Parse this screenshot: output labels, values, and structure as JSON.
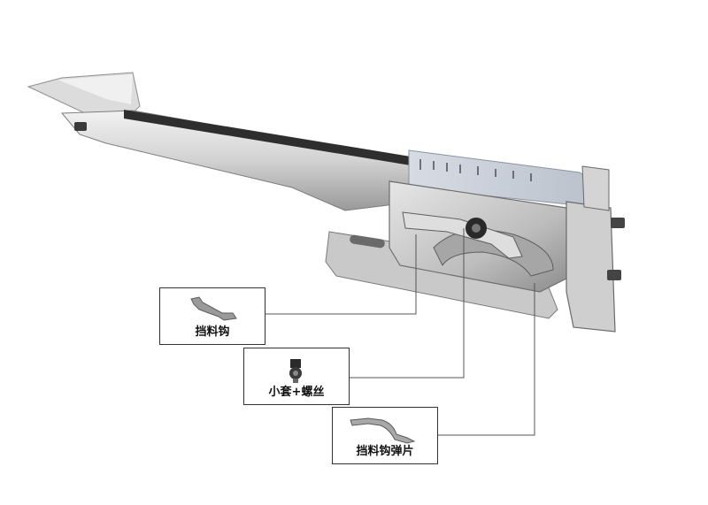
{
  "parts": [
    {
      "label": "挡料钩",
      "icon": "hook-part-icon"
    },
    {
      "label": "小套+螺丝",
      "icon": "sleeve-screw-icon"
    },
    {
      "label": "挡料钩弹片",
      "icon": "spring-plate-icon"
    }
  ],
  "colors": {
    "metal_light": "#e3e3e3",
    "metal_mid": "#b8b8b8",
    "metal_dark": "#6e6e6e",
    "rail_dark": "#2e2e2e",
    "plate_blue": "#c8ced8",
    "leader": "#555555"
  }
}
